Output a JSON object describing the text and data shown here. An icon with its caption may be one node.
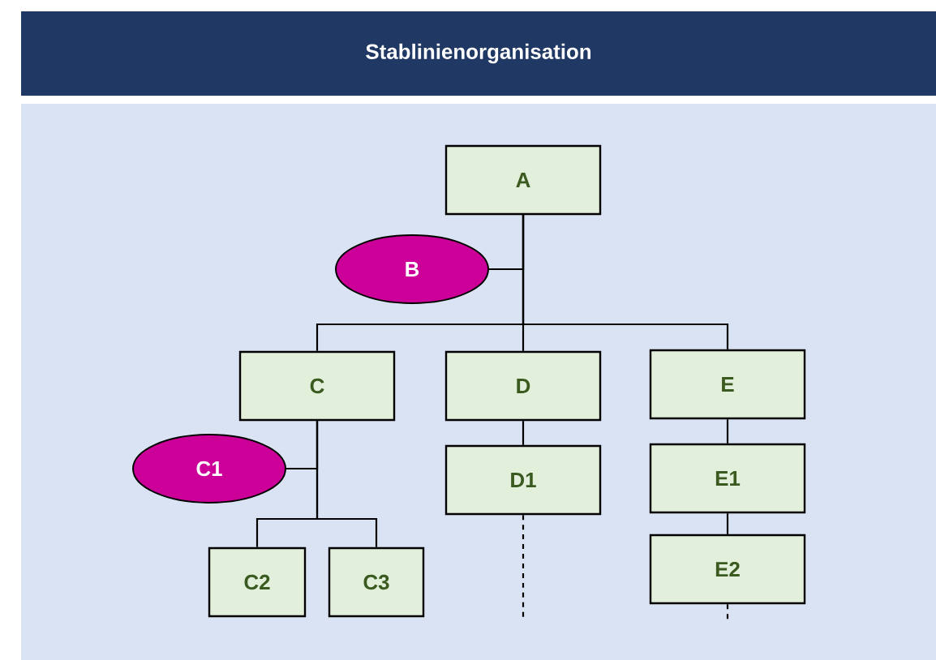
{
  "diagram": {
    "title": "Stablinienorganisation",
    "nodes": [
      {
        "text": [
          "A"
        ]
      },
      {
        "text": [
          "B"
        ]
      },
      {
        "text": [
          "C"
        ]
      },
      {
        "text": [
          "D"
        ]
      },
      {
        "text": [
          "E"
        ]
      },
      {
        "text": [
          "C1"
        ]
      },
      {
        "text": [
          "D1"
        ]
      },
      {
        "text": [
          "E1"
        ]
      },
      {
        "text": [
          "C2"
        ]
      },
      {
        "text": [
          "C3"
        ]
      },
      {
        "text": [
          "E2"
        ]
      }
    ],
    "edges": [
      {
        "from": 1,
        "to": 0,
        "arrow": "none"
      },
      {
        "from": 0,
        "to": 2,
        "arrow": "none"
      },
      {
        "from": 0,
        "to": 3,
        "arrow": "none"
      },
      {
        "from": 0,
        "to": 4,
        "arrow": "none"
      },
      {
        "from": 5,
        "to": 2,
        "arrow": "none"
      },
      {
        "from": 2,
        "to": 8,
        "arrow": "none"
      },
      {
        "from": 2,
        "to": 9,
        "arrow": "none"
      },
      {
        "from": 3,
        "to": 6,
        "arrow": "none"
      },
      {
        "from": 4,
        "to": 7,
        "arrow": "none"
      },
      {
        "from": 7,
        "to": 10,
        "arrow": "none"
      },
      {
        "from": 6,
        "to": null,
        "arrow": "none",
        "style": "dashed"
      },
      {
        "from": 10,
        "to": null,
        "arrow": "none",
        "style": "dashed"
      }
    ]
  }
}
